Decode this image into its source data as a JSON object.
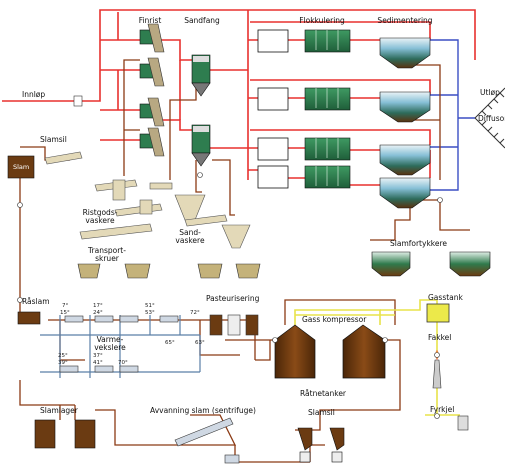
{
  "labels": {
    "finrist": "Finrist",
    "sandfang": "Sandfang",
    "flokkulering": "Flokkulering",
    "sedimentering": "Sedimentering",
    "innlop": "Innløp",
    "utlop": "Utløp",
    "diffusor": "Diffusor",
    "slamsil_top": "Slamsil",
    "slam": "Slam",
    "ristgods_1": "Ristgods-",
    "ristgods_2": "vaskere",
    "transport_1": "Transport-",
    "transport_2": "skruer",
    "sand_1": "Sand-",
    "sand_2": "vaskere",
    "slamfortykkere": "Slamfortykkere",
    "raslam": "Råslam",
    "varme_1": "Varme-",
    "varme_2": "vekslere",
    "pasteurisering": "Pasteurisering",
    "gass_kompressor": "Gass kompressor",
    "gasstank": "Gasstank",
    "fakkel": "Fakkel",
    "ratnetanker": "Råtnetanker",
    "fyrkjel": "Fyrkjel",
    "slamlager": "Slamlager",
    "avvanning": "Avvanning slam (sentrifuge)",
    "slamsil_bottom": "Slamsil"
  },
  "temperatures": {
    "t7": "7°",
    "t15": "15°",
    "t17": "17°",
    "t24": "24°",
    "t51": "51°",
    "t53": "53°",
    "t72": "72°",
    "t65": "65°",
    "t63": "63°",
    "t25": "25°",
    "t39": "39°",
    "t37": "37°",
    "t41": "41°",
    "t70": "70°"
  },
  "colors": {
    "water_line": "#e8312f",
    "sludge_line": "#8b3a14",
    "hot_line": "#5b7fa6",
    "gas_line": "#e8e34a",
    "outflow_line": "#3b4fc4",
    "tank_green": "#2e7d4f",
    "tank_brown": "#6b3b12"
  }
}
